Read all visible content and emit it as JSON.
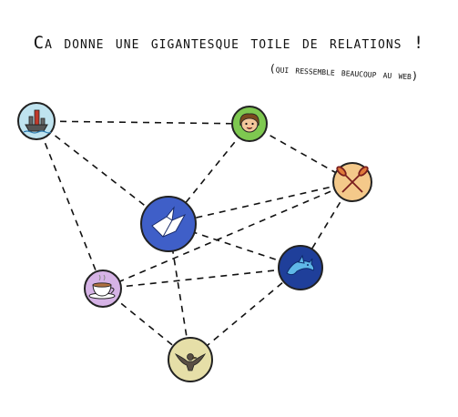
{
  "title": "Ca donne une gigantesque toile de relations !",
  "subtitle": "(qui ressemble beaucoup au web)",
  "nodes": [
    {
      "id": "boat",
      "icon": "ship-icon",
      "fill": "#bfe3ef"
    },
    {
      "id": "girl",
      "icon": "girl-face-icon",
      "fill": "#7ec850"
    },
    {
      "id": "oars",
      "icon": "crossed-oars-icon",
      "fill": "#f4c98a"
    },
    {
      "id": "origami",
      "icon": "paper-crane-icon",
      "fill": "#3f5fc8"
    },
    {
      "id": "dolphin",
      "icon": "dolphin-icon",
      "fill": "#1f3f9a"
    },
    {
      "id": "cup",
      "icon": "teacup-icon",
      "fill": "#d6b3e6"
    },
    {
      "id": "bird",
      "icon": "bird-icon",
      "fill": "#e6dfa8"
    }
  ],
  "edges": [
    [
      "boat",
      "girl"
    ],
    [
      "boat",
      "origami"
    ],
    [
      "boat",
      "cup"
    ],
    [
      "girl",
      "origami"
    ],
    [
      "girl",
      "oars"
    ],
    [
      "oars",
      "origami"
    ],
    [
      "oars",
      "dolphin"
    ],
    [
      "oars",
      "cup"
    ],
    [
      "origami",
      "dolphin"
    ],
    [
      "origami",
      "bird"
    ],
    [
      "cup",
      "dolphin"
    ],
    [
      "cup",
      "bird"
    ],
    [
      "dolphin",
      "bird"
    ]
  ]
}
